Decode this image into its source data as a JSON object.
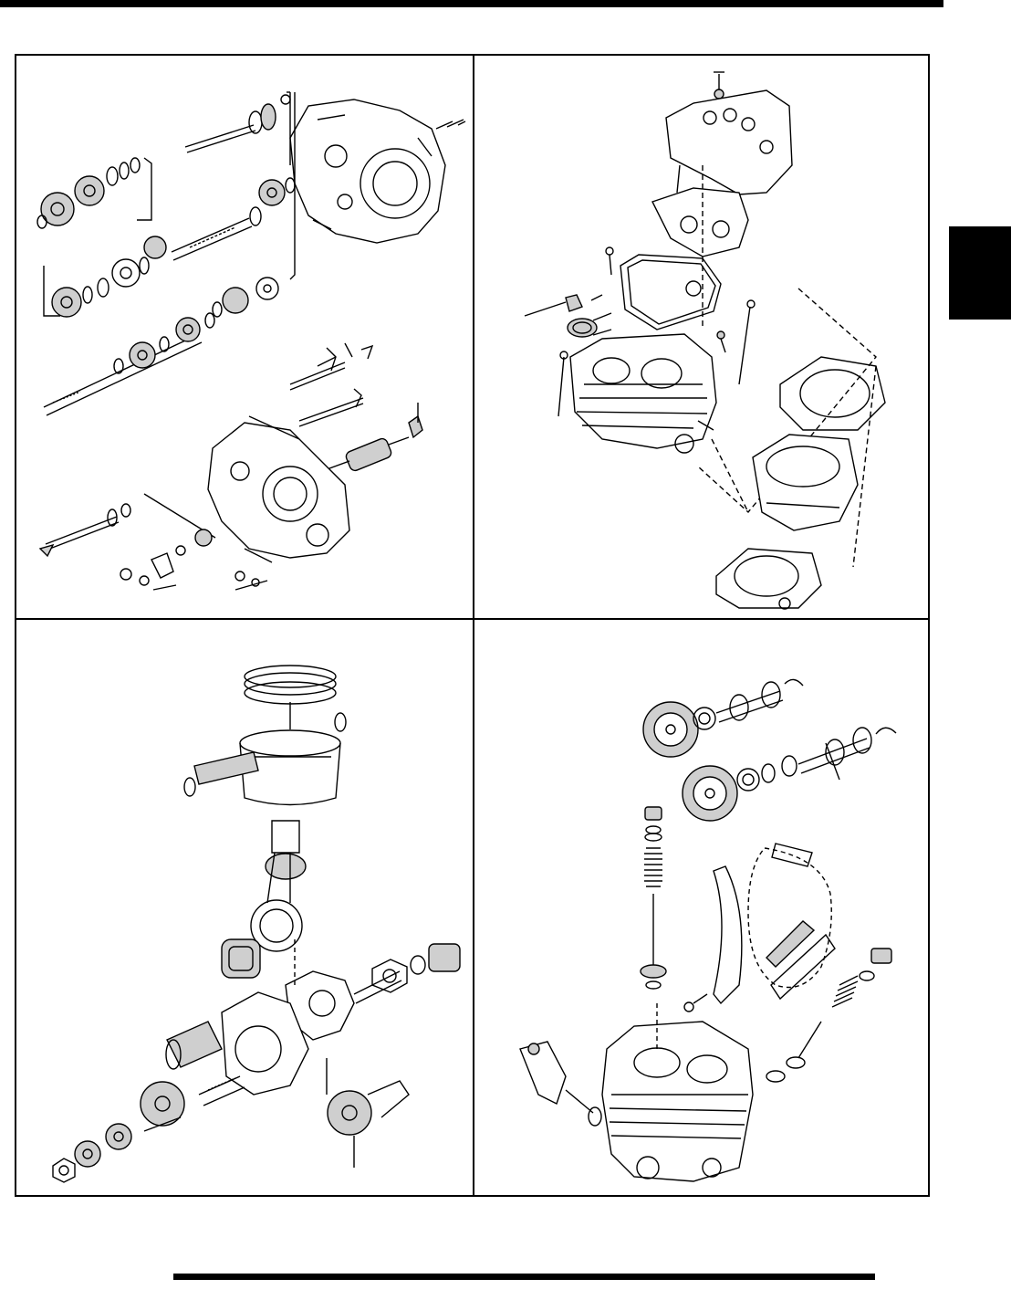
{
  "page": {
    "panels": [
      {
        "name": "transmission-crankcase-exploded-view"
      },
      {
        "name": "cylinder-head-cylinder-exploded-view"
      },
      {
        "name": "piston-crankshaft-exploded-view"
      },
      {
        "name": "camshaft-valve-train-exploded-view"
      }
    ]
  },
  "colors": {
    "ink": "#000000",
    "paper": "#ffffff",
    "shade": "#cfcfcf"
  }
}
